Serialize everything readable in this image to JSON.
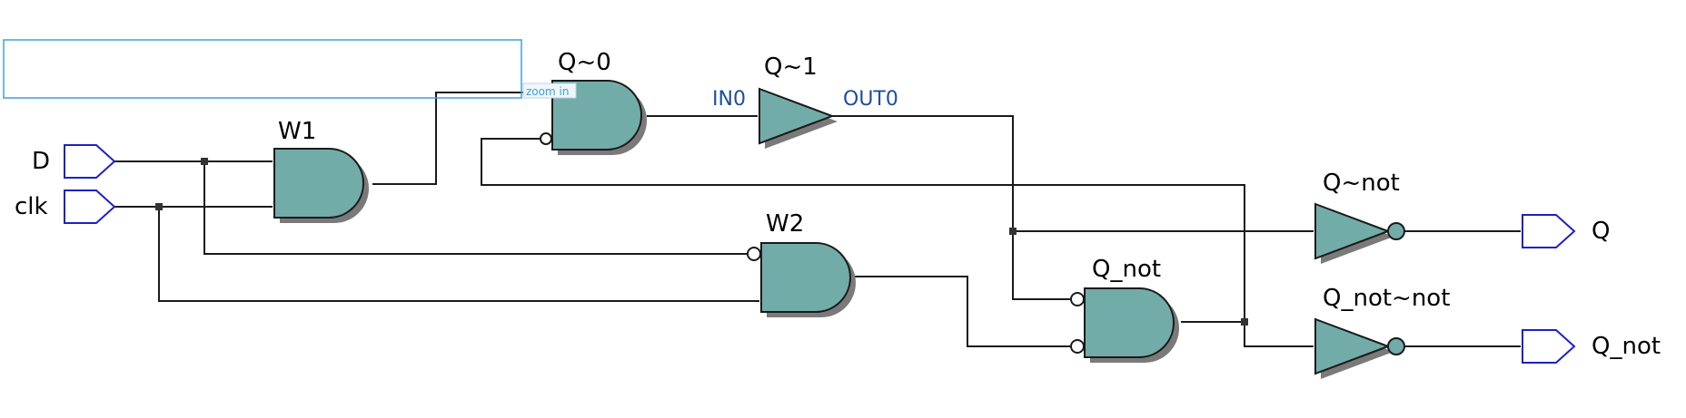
{
  "labels": {
    "input_d": "D",
    "input_clk": "clk",
    "gate_w1": "W1",
    "gate_w2": "W2",
    "gate_q0": "Q~0",
    "gate_q1": "Q~1",
    "gate_q_not": "Q_not",
    "gate_q_notnot": "Q~not",
    "gate_q_not_notnot": "Q_not~not",
    "output_q": "Q",
    "output_q_not": "Q_not",
    "pin_in0": "IN0",
    "pin_out0": "OUT0",
    "zoom_hint": "zoom in"
  },
  "colors": {
    "gate_fill": "#72aca9",
    "port_stroke": "#1b22c4",
    "selection": "#3ea0d8",
    "pin_label": "#1f4e9c"
  }
}
